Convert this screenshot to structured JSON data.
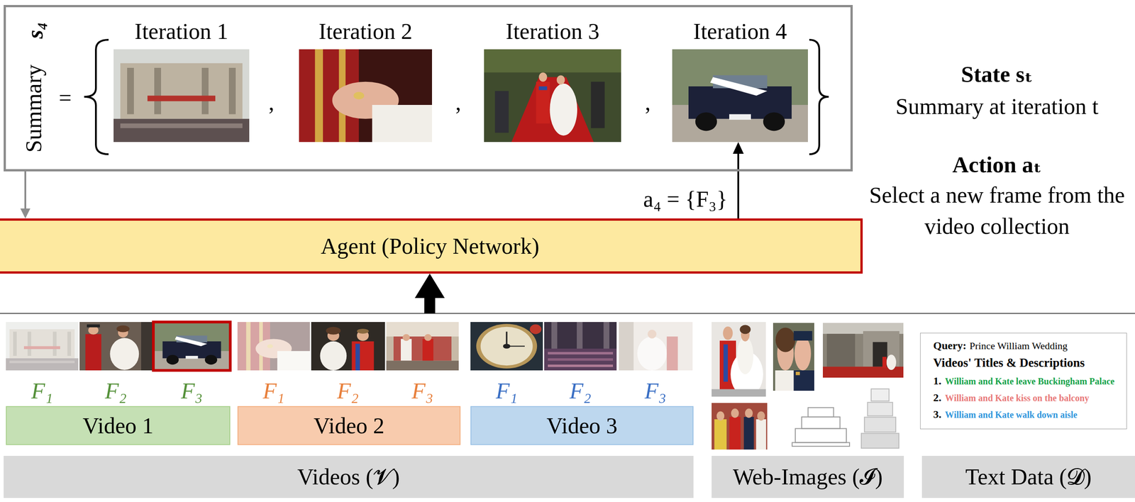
{
  "diagram": {
    "nodes": [
      {
        "text": [
          "Summary",
          "s₄"
        ]
      },
      {
        "text": [
          "Iteration 1"
        ],
        "in": 0
      },
      {
        "text": [
          "Iteration 2"
        ],
        "in": 0
      },
      {
        "text": [
          "Iteration 3"
        ],
        "in": 0
      },
      {
        "text": [
          "Iteration 4"
        ],
        "in": 0
      },
      {
        "text": [
          "Agent (Policy Network)"
        ]
      },
      {
        "text": [
          "Videos (𝓥)"
        ]
      },
      {
        "text": [
          "Video 1"
        ],
        "in": 6
      },
      {
        "text": [
          "Video 2"
        ],
        "in": 6
      },
      {
        "text": [
          "Video 3"
        ],
        "in": 6
      },
      {
        "text": [
          "Web-Images (𝓘)"
        ]
      },
      {
        "text": [
          "Text Data (𝓓)"
        ]
      },
      {
        "text": [
          "Query:",
          "Prince William Wedding",
          "Videos' Titles & Descriptions",
          "1.",
          "William and Kate leave Buckingham Palace",
          "2.",
          "William and Kate kiss on the balcony",
          "3.",
          "William and Kate walk down aisle"
        ],
        "in": 11
      }
    ],
    "edges": [
      {
        "from": 0,
        "to": 5,
        "arrow": "to"
      },
      {
        "from": 5,
        "to": 4,
        "arrow": "to",
        "label": "a₄ = {F₃}"
      },
      {
        "from": 6,
        "to": 5,
        "arrow": "to"
      }
    ],
    "labels": [
      "=",
      ",",
      ",",
      ",",
      "State sₜ",
      "Summary at iteration t",
      "Action aₜ",
      "Select a new frame from the video collection",
      "F₁",
      "F₂",
      "F₃",
      "F₁",
      "F₂",
      "F₃",
      "F₁",
      "F₂",
      "F₃"
    ]
  }
}
